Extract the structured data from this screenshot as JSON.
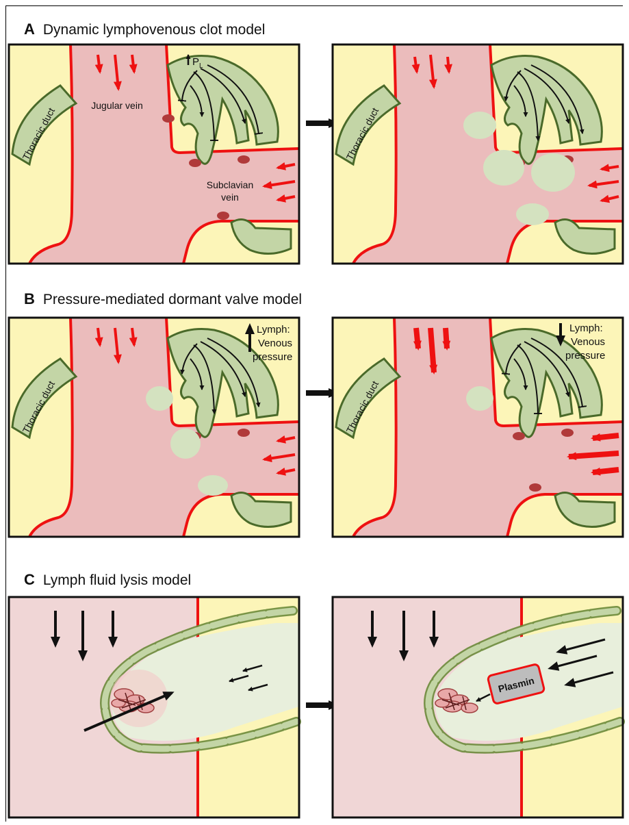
{
  "sections": [
    {
      "letter": "A",
      "title": "Dynamic lymphovenous clot model"
    },
    {
      "letter": "B",
      "title": "Pressure-mediated dormant valve model"
    },
    {
      "letter": "C",
      "title": "Lymph fluid lysis model"
    }
  ],
  "labels": {
    "thoracic_duct": "Thoracic duct",
    "jugular_vein": "Jugular vein",
    "subclavian_1": "Subclavian",
    "subclavian_2": "vein",
    "pl": "P",
    "pl_sub": "L",
    "lymph": "Lymph:",
    "venous": "Venous",
    "pressure": "pressure",
    "plasmin": "Plasmin"
  },
  "colors": {
    "vein": "#ebbcbc",
    "vein_wall": "#ee1111",
    "tissue": "#fcf5b8",
    "lymphatic": "#c3d5a6",
    "lymphatic_edge": "#4a6a2a",
    "clot": "#d4e2c0",
    "valve_tip": "#b03a3a",
    "arrow_red": "#ee1111",
    "plasmin_fill": "#bdbdbd"
  },
  "icons": [
    "flow-arrow-icon",
    "transition-arrow-icon",
    "inhibition-line-icon"
  ]
}
